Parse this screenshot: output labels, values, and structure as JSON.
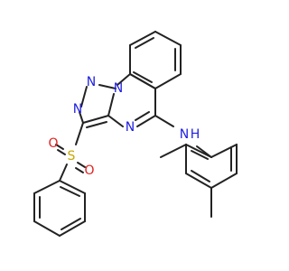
{
  "colors": {
    "bond": "#222222",
    "nitrogen": "#2020e0",
    "sulfur": "#c8a800",
    "oxygen": "#e02020",
    "background": "#ffffff"
  },
  "atoms": {
    "n_ring1": "N",
    "n_ring2": "N",
    "n_ring3": "N",
    "n_ring4": "N",
    "n_amine": "N",
    "h_amine": "H",
    "sulfur": "S",
    "oxygen_1": "O",
    "oxygen_2": "O"
  }
}
